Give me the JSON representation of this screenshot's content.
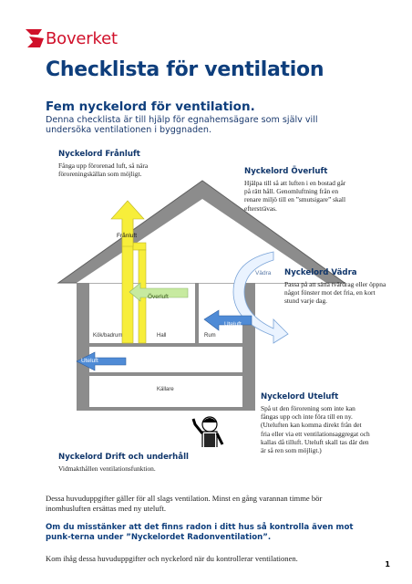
{
  "logo": {
    "text": "Boverket"
  },
  "title": "Checklista för ventilation",
  "subtitle": "Fem nyckelord för ventilation.",
  "intro": "Denna checklista är till hjälp för egnahemsägare som själv vill undersöka ventilationen i byggnaden.",
  "keywords": {
    "franluft": {
      "title": "Nyckelord Frånluft",
      "text": "Fånga upp förorenad luft, så nära föroreningskällan som möjligt."
    },
    "overluft": {
      "title": "Nyckelord Överluft",
      "text": "Hjälpa till så att luften i en bostad går på rätt håll. Genomluftning från en renare miljö till en ”smutsigare” skall eftersträvas."
    },
    "vadra": {
      "title": "Nyckelord Vädra",
      "text": "Passa på att sätta tvärdrag eller öppna något fönster mot det fria, en kort stund varje dag."
    },
    "uteluft": {
      "title": "Nyckelord Uteluft",
      "text": "Spå ut den förorening som inte kan fångas upp och inte föra till en ny. (Uteluften kan komma direkt från det fria eller via ett ventilationsaggregat och kallas då tilluft. Uteluft skall tas där den är så ren som möjligt.)"
    },
    "drift": {
      "title": "Nyckelord Drift och underhåll",
      "text": "Vidmakthållen ventilationsfunktion."
    }
  },
  "diagram": {
    "rooms": {
      "kok": "Kök/badrum",
      "hall": "Hall",
      "rum": "Rum",
      "kallare": "Källare"
    },
    "arrows": {
      "franluft": "Frånluft",
      "overluft": "Överluft",
      "vadra": "Vädra",
      "uteluft": "Uteluft",
      "utesluft": "Uteluft"
    }
  },
  "footer": {
    "para1": "Dessa huvuduppgifter gäller för all slags ventilation. Minst en gång varannan timme bör inomhusluften ersättas med ny uteluft.",
    "para2": "Om du misstänker att det finns radon i ditt hus så kontrolla även mot punk-terna under ”Nyckelordet Radonventilation”.",
    "para3": "Kom ihåg dessa huvuduppgifter och nyckelord när du kontrollerar ventilationen.",
    "page": "1"
  },
  "colors": {
    "brand": "#d0102a",
    "heading": "#0e3e7c",
    "yellow": "#f7ee3a",
    "green": "#c7eaa0",
    "blue": "#4f8bd6"
  }
}
